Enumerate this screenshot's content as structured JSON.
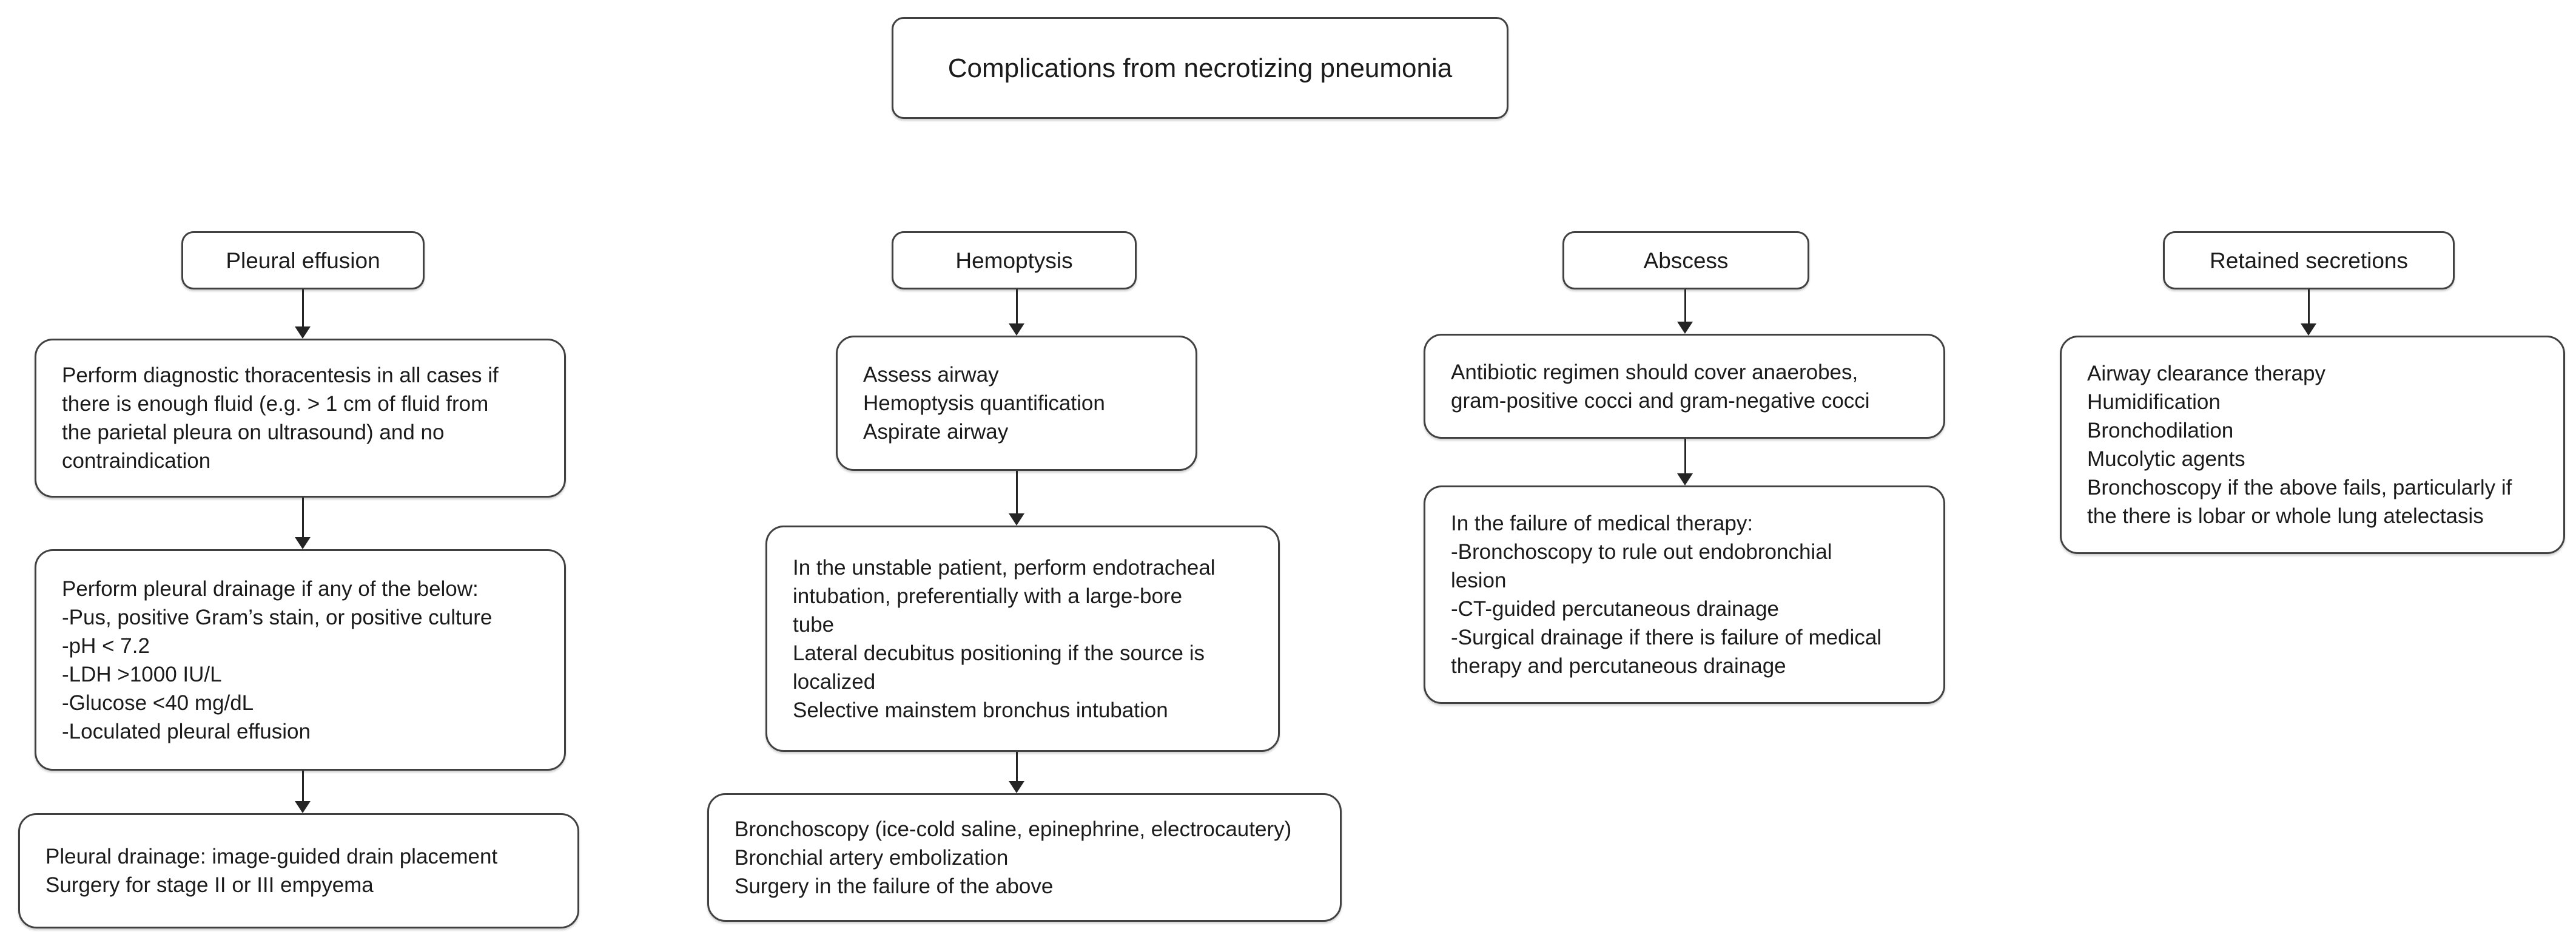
{
  "title": "Complications from necrotizing pneumonia",
  "columns": [
    {
      "header": "Pleural effusion",
      "boxes": [
        {
          "lines": [
            "Perform diagnostic thoracentesis in all cases if",
            "there is enough fluid (e.g. > 1 cm of fluid from",
            "the parietal pleura on ultrasound) and no",
            "contraindication"
          ]
        },
        {
          "lines": [
            "Perform pleural drainage if any of the below:",
            "-Pus, positive Gram’s stain, or positive culture",
            "-pH < 7.2",
            "-LDH >1000 IU/L",
            "-Glucose <40 mg/dL",
            "-Loculated pleural effusion"
          ]
        },
        {
          "lines": [
            "Pleural drainage: image-guided drain placement",
            "Surgery for stage II or III empyema"
          ]
        }
      ]
    },
    {
      "header": "Hemoptysis",
      "boxes": [
        {
          "lines": [
            "Assess airway",
            "Hemoptysis quantification",
            "Aspirate airway"
          ]
        },
        {
          "lines": [
            "In the unstable patient, perform endotracheal",
            "intubation, preferentially with a large-bore",
            "tube",
            "Lateral decubitus positioning if the source is",
            "localized",
            "Selective mainstem bronchus intubation"
          ]
        },
        {
          "lines": [
            "Bronchoscopy (ice-cold saline, epinephrine, electrocautery)",
            "Bronchial artery embolization",
            "Surgery in the failure of the above"
          ]
        }
      ]
    },
    {
      "header": "Abscess",
      "boxes": [
        {
          "lines": [
            "Antibiotic regimen should cover anaerobes,",
            "gram-positive cocci and gram-negative cocci"
          ]
        },
        {
          "lines": [
            "In the failure of medical therapy:",
            "-Bronchoscopy to rule out endobronchial",
            "lesion",
            "-CT-guided percutaneous drainage",
            "-Surgical drainage if there is failure of medical",
            "therapy and percutaneous drainage"
          ]
        }
      ]
    },
    {
      "header": "Retained secretions",
      "boxes": [
        {
          "lines": [
            "Airway clearance therapy",
            "Humidification",
            "Bronchodilation",
            "Mucolytic agents",
            "Bronchoscopy if the above fails, particularly if",
            "the there is lobar or whole lung atelectasis"
          ]
        }
      ]
    }
  ]
}
